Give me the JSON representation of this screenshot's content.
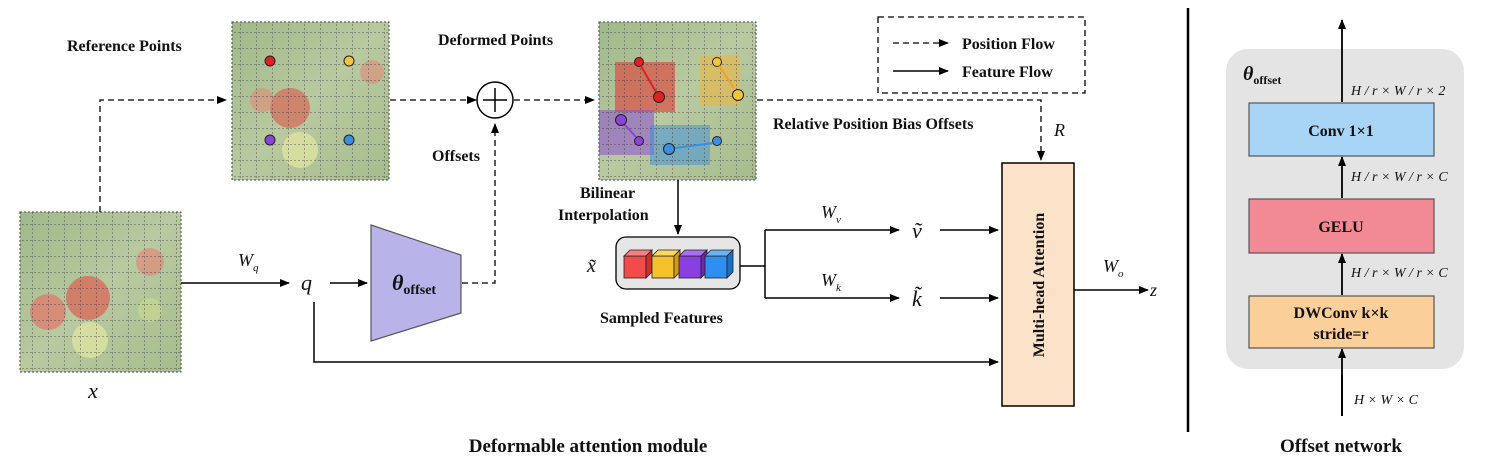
{
  "left_diagram": {
    "caption": "Deformable attention module",
    "reference_points_label": "Reference Points",
    "deformed_points_label": "Deformed Points",
    "offsets_label": "Offsets",
    "relative_position_label": "Relative Position Bias Offsets",
    "bilinear_label_1": "Bilinear",
    "bilinear_label_2": "Interpolation",
    "sampled_features_label": "Sampled Features",
    "input_label": "x",
    "query_label": "q",
    "wq_main": "W",
    "wq_sub": "q",
    "wv_main": "W",
    "wv_sub": "v",
    "wk_main": "W",
    "wk_sub": "k",
    "wo_main": "W",
    "wo_sub": "o",
    "xtilde_label": "x̃",
    "vtilde_label": "ṽ",
    "ktilde_label": "k̃",
    "r_label": "R",
    "theta_main": "θ",
    "theta_sub": "offset",
    "mha_label": "Multi-head Attention",
    "output_label": "z"
  },
  "legend": {
    "position_flow": "Position Flow",
    "feature_flow": "Feature  Flow"
  },
  "right_diagram": {
    "caption": "Offset network",
    "theta_main": "θ",
    "theta_sub": "offset",
    "conv_label": "Conv 1×1",
    "gelu_label": "GELU",
    "dwconv_line1": "DWConv k×k",
    "dwconv_line2": "stride=r",
    "dim_top": "H / r × W / r × 2",
    "dim_mid1": "H / r × W / r × C",
    "dim_mid2": "H / r × W / r × C",
    "dim_bottom": "H × W × C"
  },
  "colors": {
    "conv": "#a8d4f5",
    "gelu": "#f28a96",
    "dwconv": "#fbcf9a",
    "mha": "#fbe2c8",
    "theta_block": "#b8b4ea",
    "panel": "#e4e4e4"
  }
}
